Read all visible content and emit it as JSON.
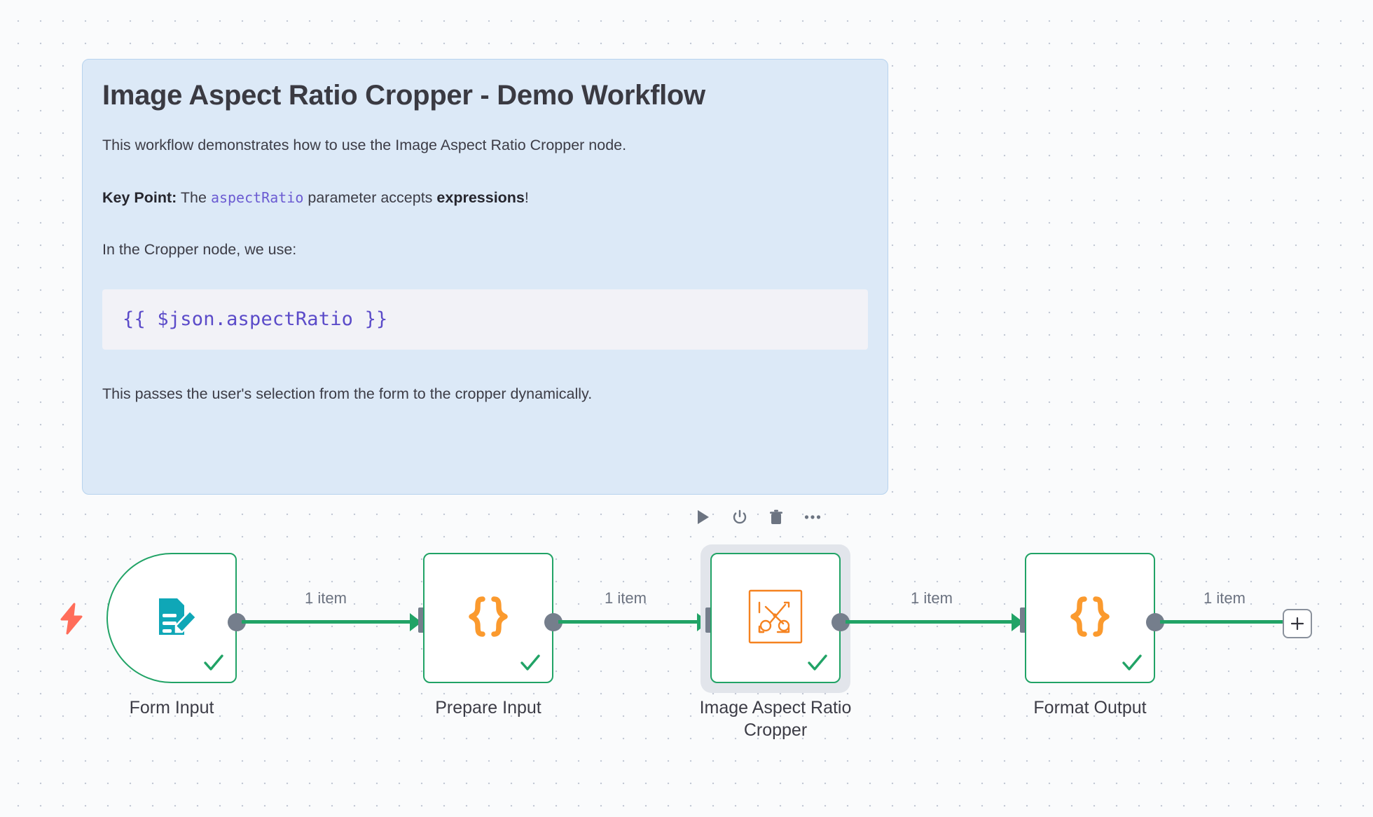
{
  "canvas": {
    "background_color": "#FAFBFC",
    "dot_color": "#C3C9D5"
  },
  "sticky_note": {
    "title": "Image Aspect Ratio Cropper - Demo Workflow",
    "background_color": "#DCE9F7",
    "border_color": "#B7D3EE",
    "paragraph_1": "This workflow demonstrates how to use the Image Aspect Ratio Cropper node.",
    "key_point_prefix": "Key Point:",
    "key_point_mid": " The ",
    "key_point_code": "aspectRatio",
    "key_point_mid_2": " parameter accepts ",
    "key_point_bold": "expressions",
    "key_point_suffix": "!",
    "paragraph_3": "In the Cropper node, we use:",
    "code_block": "{{ $json.aspectRatio }}",
    "code_block_color": "#5B4BC9",
    "paragraph_4": "This passes the user's selection from the form to the cropper dynamically."
  },
  "node_toolbar": {
    "execute_label": "play-icon",
    "deactivate_label": "power-icon",
    "delete_label": "trash-icon",
    "more_label": "ellipsis-icon"
  },
  "nodes": [
    {
      "id": "form-input",
      "label": "Form Input",
      "icon": "form-pencil-icon",
      "icon_color": "#0FA7B7",
      "border_color": "#21A366",
      "status": "success",
      "type": "trigger",
      "selected": false
    },
    {
      "id": "prepare-input",
      "label": "Prepare Input",
      "icon": "curly-braces-icon",
      "icon_color": "#FB9A2E",
      "border_color": "#21A366",
      "status": "success",
      "type": "code",
      "selected": false
    },
    {
      "id": "image-aspect-ratio-cropper",
      "label": "Image Aspect Ratio\nCropper",
      "icon": "scissors-crop-icon",
      "icon_color": "#F58220",
      "border_color": "#21A366",
      "status": "success",
      "type": "action",
      "selected": true
    },
    {
      "id": "format-output",
      "label": "Format Output",
      "icon": "curly-braces-icon",
      "icon_color": "#FB9A2E",
      "border_color": "#21A366",
      "status": "success",
      "type": "code",
      "selected": false
    }
  ],
  "connections": [
    {
      "from": "form-input",
      "to": "prepare-input",
      "label": "1 item"
    },
    {
      "from": "prepare-input",
      "to": "image-aspect-ratio-cropper",
      "label": "1 item"
    },
    {
      "from": "image-aspect-ratio-cropper",
      "to": "format-output",
      "label": "1 item"
    },
    {
      "from": "format-output",
      "to": "add-node-button",
      "label": "1 item"
    }
  ],
  "trigger_indicator": {
    "icon": "lightning-bolt-icon",
    "color": "#FF6D5A"
  },
  "add_node_button": {
    "icon": "plus-icon",
    "border_color": "#8A919C"
  }
}
